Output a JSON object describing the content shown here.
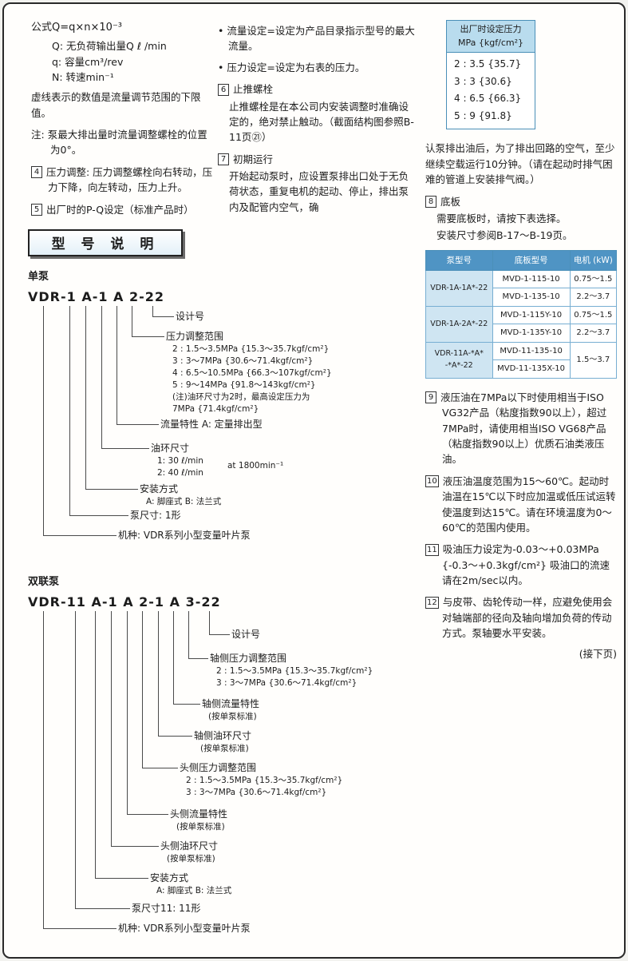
{
  "top": {
    "left": {
      "formula": "公式Q=q×n×10⁻³",
      "definitions": [
        "Q: 无负荷输出量Q ℓ /min",
        "q: 容量cm³/rev",
        "N: 转速min⁻¹"
      ],
      "dashed_note": "虚线表示的数值是流量调节范围的下限值。",
      "note_prefix": "注:",
      "note_text": "泵最大排出量时流量调整螺栓的位置为0°。",
      "item4": {
        "num": "4",
        "text": "压力调整: 压力调整螺栓向右转动，压力下降，向左转动，压力上升。"
      },
      "item5": {
        "num": "5",
        "text": "出厂时的P-Q设定（标准产品时）"
      }
    },
    "middle": {
      "bullets": [
        {
          "marker": "•",
          "text": "流量设定=设定为产品目录指示型号的最大流量。"
        },
        {
          "marker": "•",
          "text": "压力设定=设定为右表的压力。"
        }
      ],
      "item6": {
        "num": "6",
        "title": "止推螺栓",
        "text": "止推螺栓是在本公司内安装调整时准确设定的，绝对禁止触动。（截面结构图参照B-11页㉑）"
      },
      "item7": {
        "num": "7",
        "title": "初期运行",
        "text": "开始起动泵时，应设置泵排出口处于无负荷状态，重复电机的起动、停止，排出泵内及配管内空气，确"
      }
    },
    "right": {
      "pressure_table": {
        "header_line1": "出厂时设定压力",
        "header_line2": "MPa {kgf/cm²}",
        "rows": [
          "2 : 3.5 {35.7}",
          "3 : 3  {30.6}",
          "4 : 6.5 {66.3}",
          "5 : 9  {91.8}"
        ]
      },
      "continuation": "认泵排出油后，为了排出回路的空气，至少继续空载运行10分钟。（请在起动时排气困难的管道上安装排气阀。）",
      "item8": {
        "num": "8",
        "title": "底板",
        "line1": "需要底板时，请按下表选择。",
        "line2": "安装尺寸参阅B-17～B-19页。"
      },
      "base_table": {
        "headers": [
          "泵型号",
          "底板型号",
          "电机 (kW)"
        ],
        "g1": {
          "pump": "VDR-1A-1A*-22",
          "m1": "MVD-1-115-10",
          "k1": "0.75～1.5",
          "m2": "MVD-1-135-10",
          "k2": "2.2～3.7"
        },
        "g2": {
          "pump": "VDR-1A-2A*-22",
          "m1": "MVD-1-115Y-10",
          "k1": "0.75～1.5",
          "m2": "MVD-1-135Y-10",
          "k2": "2.2～3.7"
        },
        "g3": {
          "pump": "VDR-11A-*A*\n-*A*-22",
          "m1": "MVD-11-135-10",
          "m2": "MVD-11-135X-10",
          "k": "1.5～3.7"
        }
      },
      "item9": {
        "num": "9",
        "text": "液压油在7MPa以下时使用相当于ISO VG32产品（粘度指数90以上），超过7MPa时，请使用相当ISO VG68产品（粘度指数90以上）优质石油类液压油。"
      },
      "item10": {
        "num": "10",
        "text": "液压油温度范围为15～60℃。起动时油温在15℃以下时应加温或低压试运转使温度到达15℃。请在环境温度为0～60℃的范围内使用。"
      },
      "item11": {
        "num": "11",
        "text": "吸油压力设定为-0.03～+0.03MPa {-0.3～+0.3kgf/cm²} 吸油口的流速请在2m/sec以内。"
      },
      "item12": {
        "num": "12",
        "text": "与皮带、齿轮传动一样，应避免使用会对轴端部的径向及轴向增加负荷的传动方式。泵轴要水平安装。"
      },
      "next_page": "(接下页)"
    }
  },
  "model": {
    "title": "型 号 说 明",
    "single": {
      "label": "单泵",
      "code": "VDR-1 A-1 A 2-22",
      "legs": [
        {
          "label": "设计号"
        },
        {
          "label": "压力调整范围",
          "lines": [
            "2 : 1.5～3.5MPa {15.3～35.7kgf/cm²}",
            "3 : 3～7MPa {30.6～71.4kgf/cm²}",
            "4 : 6.5～10.5MPa {66.3～107kgf/cm²}",
            "5 : 9～14MPa {91.8～143kgf/cm²}",
            "(注)油环尺寸为2时，最高设定压力为",
            "7MPa {71.4kgf/cm²}"
          ]
        },
        {
          "label": "流量特性  A: 定量排出型"
        },
        {
          "label": "油环尺寸",
          "lines": [
            "1: 30 ℓ/min",
            "2: 40 ℓ/min"
          ],
          "note": "at 1800min⁻¹"
        },
        {
          "label": "安装方式",
          "lines": [
            "A: 脚座式  B: 法兰式"
          ]
        },
        {
          "label": "泵尺寸: 1形"
        },
        {
          "label": "机种: VDR系列小型变量叶片泵"
        }
      ]
    },
    "double": {
      "label": "双联泵",
      "code": "VDR-11 A-1 A 2-1 A 3-22",
      "legs": [
        {
          "label": "设计号"
        },
        {
          "label": "轴侧压力调整范围",
          "lines": [
            "2 : 1.5～3.5MPa {15.3～35.7kgf/cm²}",
            "3 : 3～7MPa {30.6～71.4kgf/cm²}"
          ]
        },
        {
          "label": "轴侧流量特性",
          "lines": [
            "(按单泵标准)"
          ]
        },
        {
          "label": "轴侧油环尺寸",
          "lines": [
            "(按单泵标准)"
          ]
        },
        {
          "label": "头侧压力调整范围",
          "lines": [
            "2 : 1.5～3.5MPa {15.3～35.7kgf/cm²}",
            "3 : 3～7MPa {30.6～71.4kgf/cm²}"
          ]
        },
        {
          "label": "头侧流量特性",
          "lines": [
            "(按单泵标准)"
          ]
        },
        {
          "label": "头侧油环尺寸",
          "lines": [
            "(按单泵标准)"
          ]
        },
        {
          "label": "安装方式",
          "lines": [
            "A: 脚座式  B: 法兰式"
          ]
        },
        {
          "label": "泵尺寸11: 11形"
        },
        {
          "label": "机种: VDR系列小型变量叶片泵"
        }
      ]
    }
  },
  "colors": {
    "table_header_blue": "#4f94c4",
    "table_light_blue": "#b9dcee",
    "pump_cell_blue": "#cfe5f2"
  }
}
